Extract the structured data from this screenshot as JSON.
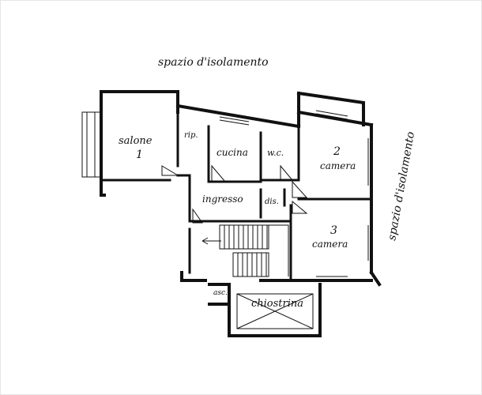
{
  "labels": {
    "top_note": "spazio d'isolamento",
    "side_note": "spazio d'isolamento",
    "salone": "salone",
    "salone_num": "1",
    "rip": "rip.",
    "cucina": "cucina",
    "wc": "w.c.",
    "camera2": "camera",
    "camera2_num": "2",
    "ingresso": "ingresso",
    "dis": "dis.",
    "camera3": "camera",
    "camera3_num": "3",
    "asc": "asc.",
    "chiostrina": "chiostrina"
  }
}
